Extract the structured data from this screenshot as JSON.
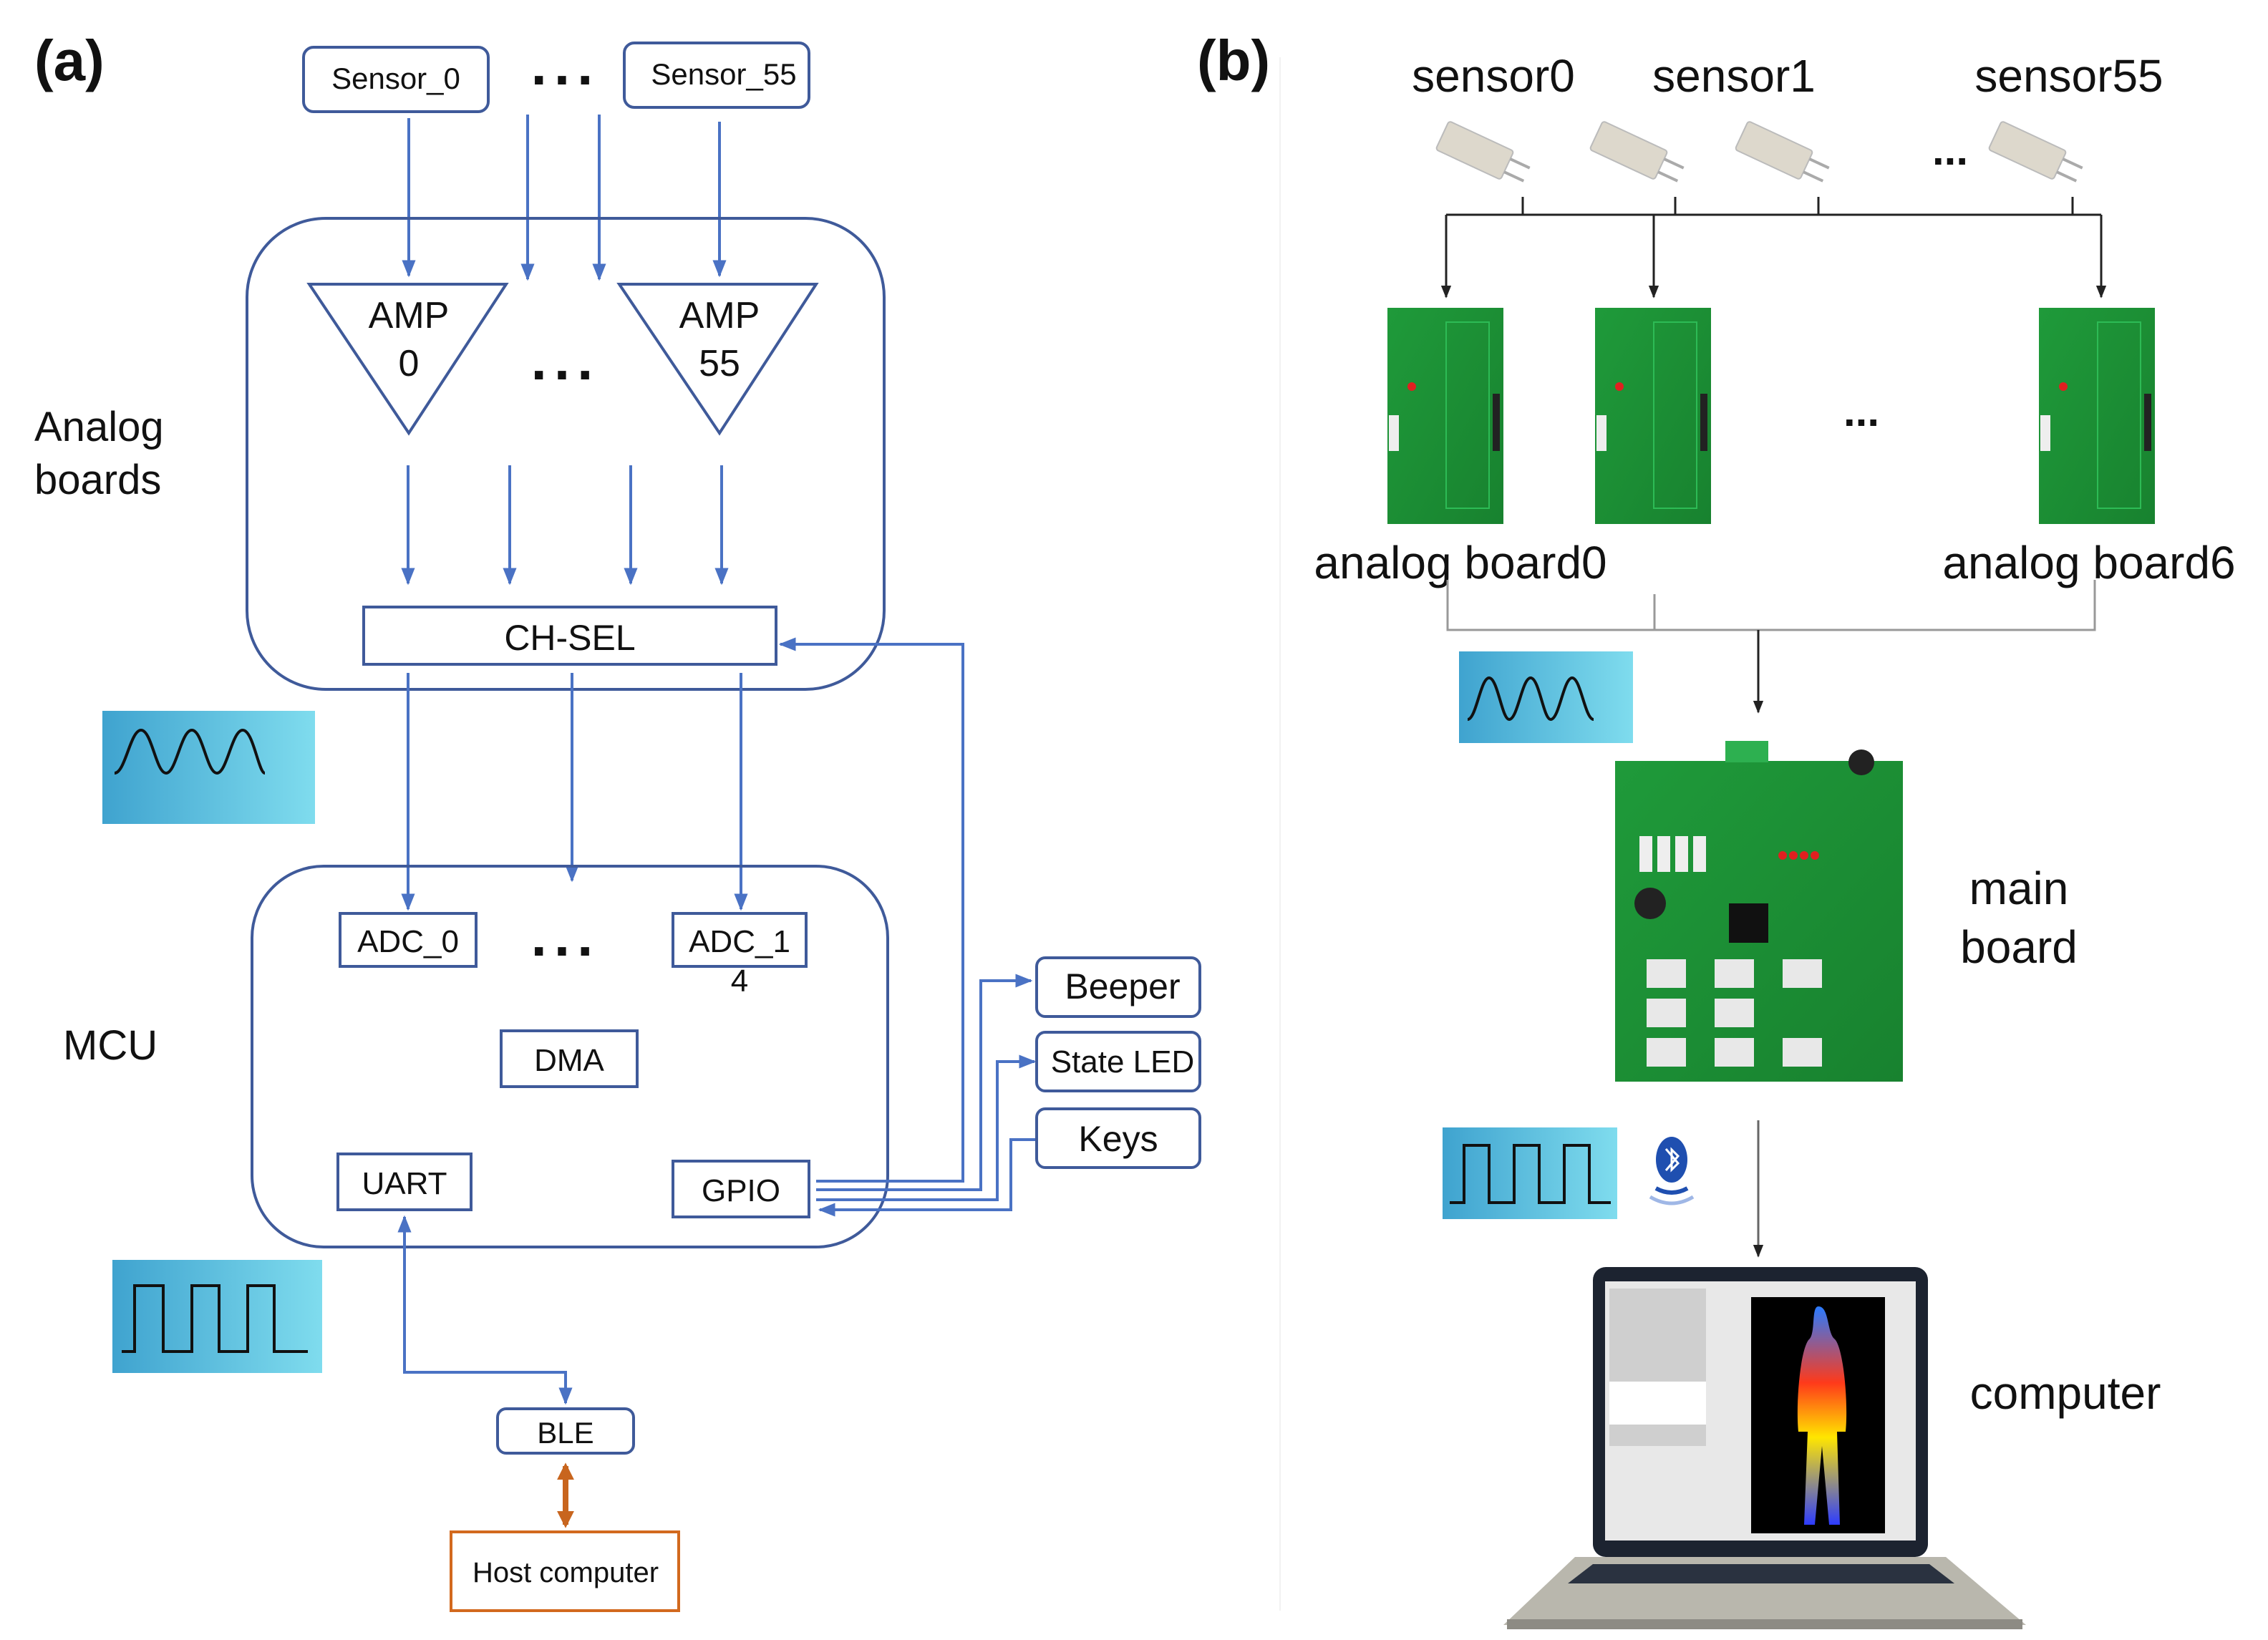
{
  "panel_a": {
    "label": "(a)",
    "sensors": [
      "Sensor_0",
      "Sensor_55"
    ],
    "ellipsis": "...",
    "amps": [
      {
        "line1": "AMP",
        "line2": "0"
      },
      {
        "line1": "AMP",
        "line2": "55"
      }
    ],
    "group_labels": {
      "analog_line1": "Analog",
      "analog_line2": "boards",
      "mcu": "MCU"
    },
    "ch_sel": "CH-SEL",
    "adcs": [
      "ADC_0",
      "ADC_1",
      "4"
    ],
    "dma": "DMA",
    "uart": "UART",
    "gpio": "GPIO",
    "peripherals": [
      "Beeper",
      "State LED",
      "Keys"
    ],
    "ble": "BLE",
    "host": "Host computer",
    "colors": {
      "block_stroke": "#3f5a9a",
      "wire": "#4a72c4",
      "host_stroke": "#d2691e",
      "wave_bg_from": "#3fa3cf",
      "wave_bg_to": "#7fdcee"
    }
  },
  "panel_b": {
    "label": "(b)",
    "sensors": [
      "sensor0",
      "sensor1",
      "sensor55"
    ],
    "ellipsis": "...",
    "analog_boards": [
      "analog board0",
      "analog board6"
    ],
    "main_board": {
      "line1": "main",
      "line2": "board"
    },
    "computer": "computer",
    "icons": [
      "sine-wave-icon",
      "square-wave-icon",
      "bluetooth-icon"
    ]
  }
}
